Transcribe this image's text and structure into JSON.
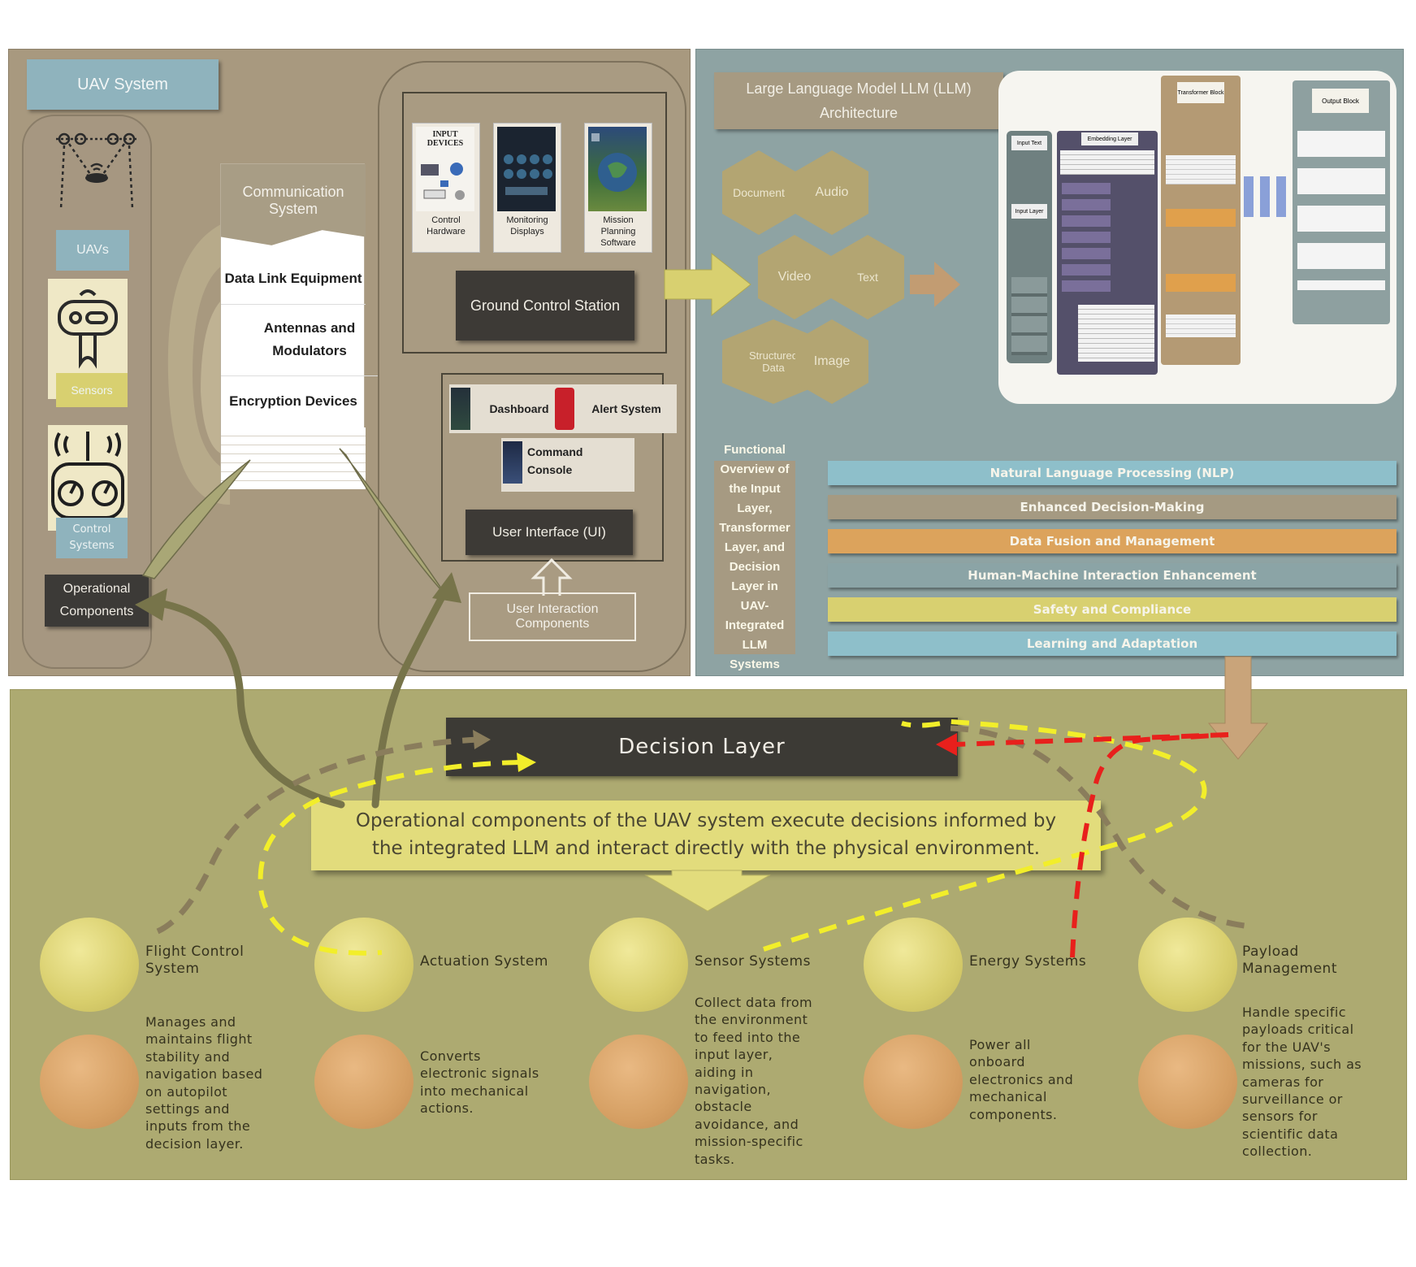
{
  "uav": {
    "title": "UAV System",
    "uavs_label": "UAVs",
    "sensors_label": "Sensors",
    "control_label_1": "Control",
    "control_label_2": "Systems",
    "operational_1": "Operational",
    "operational_2": "Components"
  },
  "comm": {
    "title": "Communication System",
    "items": [
      "Data Link Equipment",
      "Antennas and Modulators",
      "Encryption Devices"
    ]
  },
  "gcs": {
    "input_devices_label": "INPUT DEVICES",
    "tiles": [
      "Control Hardware",
      "Monitoring Displays",
      "Mission Planning Software"
    ],
    "button": "Ground Control Station"
  },
  "ui": {
    "dashboard": "Dashboard",
    "alert": "Alert System",
    "command": "Command Console",
    "button": "User Interface (UI)",
    "interaction": "User Interaction Components"
  },
  "llm": {
    "title_1": "Large Language Model LLM (LLM)",
    "title_2": "Architecture",
    "modalities": [
      "Document",
      "Audio",
      "Video",
      "Text",
      "Structured Data",
      "Image"
    ],
    "arch_labels": {
      "transformer_block": "Transformer Block",
      "output_block": "Output Block",
      "input_text": "Input Text",
      "input_layer": "Input Layer",
      "embedding_layer": "Embedding Layer"
    },
    "functional_overview": "Functional Overview of the Input Layer, Transformer Layer, and Decision Layer in UAV-Integrated LLM Systems",
    "bars": [
      {
        "label": "Natural Language Processing (NLP)",
        "color": "#8ebfca"
      },
      {
        "label": "Enhanced Decision-Making",
        "color": "#a59a82"
      },
      {
        "label": "Data Fusion and Management",
        "color": "#dca35c"
      },
      {
        "label": "Human-Machine Interaction Enhancement",
        "color": "#8ba4a6"
      },
      {
        "label": "Safety and Compliance",
        "color": "#d8d070"
      },
      {
        "label": "Learning and Adaptation",
        "color": "#8ebfca"
      }
    ]
  },
  "decision": {
    "title": "Decision Layer",
    "statement_1": "Operational components of the UAV system execute decisions informed by",
    "statement_2": "the integrated LLM and interact directly with the physical environment.",
    "components": [
      {
        "name_1": "Flight Control",
        "name_2": "System",
        "desc": [
          "Manages and",
          "maintains flight",
          "stability and",
          "navigation based",
          "on autopilot",
          "settings and",
          "inputs from the",
          "decision layer."
        ]
      },
      {
        "name_1": "Actuation System",
        "name_2": "",
        "desc": [
          "Converts",
          "electronic signals",
          "into mechanical",
          "actions."
        ]
      },
      {
        "name_1": "Sensor Systems",
        "name_2": "",
        "desc": [
          "Collect data from",
          "the environment",
          "to feed into the",
          "input layer,",
          "aiding in",
          "navigation,",
          "obstacle",
          "avoidance, and",
          "mission-specific",
          "tasks."
        ]
      },
      {
        "name_1": "Energy Systems",
        "name_2": "",
        "desc": [
          "Power all",
          "onboard",
          "electronics and",
          "mechanical",
          "components."
        ]
      },
      {
        "name_1": "Payload",
        "name_2": "Management",
        "desc": [
          "Handle specific",
          "payloads critical",
          "for the UAV's",
          "missions, such as",
          "cameras for",
          "surveillance or",
          "sensors for",
          "scientific data",
          "collection."
        ]
      }
    ]
  },
  "colors": {
    "uav_bg": "#a8997f",
    "llm_bg": "#8ea3a3",
    "decision_bg": "#adaa71",
    "dark_button": "#3d3a36",
    "yellow_dash": "#f2ee2a",
    "red_dash": "#e8201c",
    "brown_dash": "#8a7d5c"
  }
}
